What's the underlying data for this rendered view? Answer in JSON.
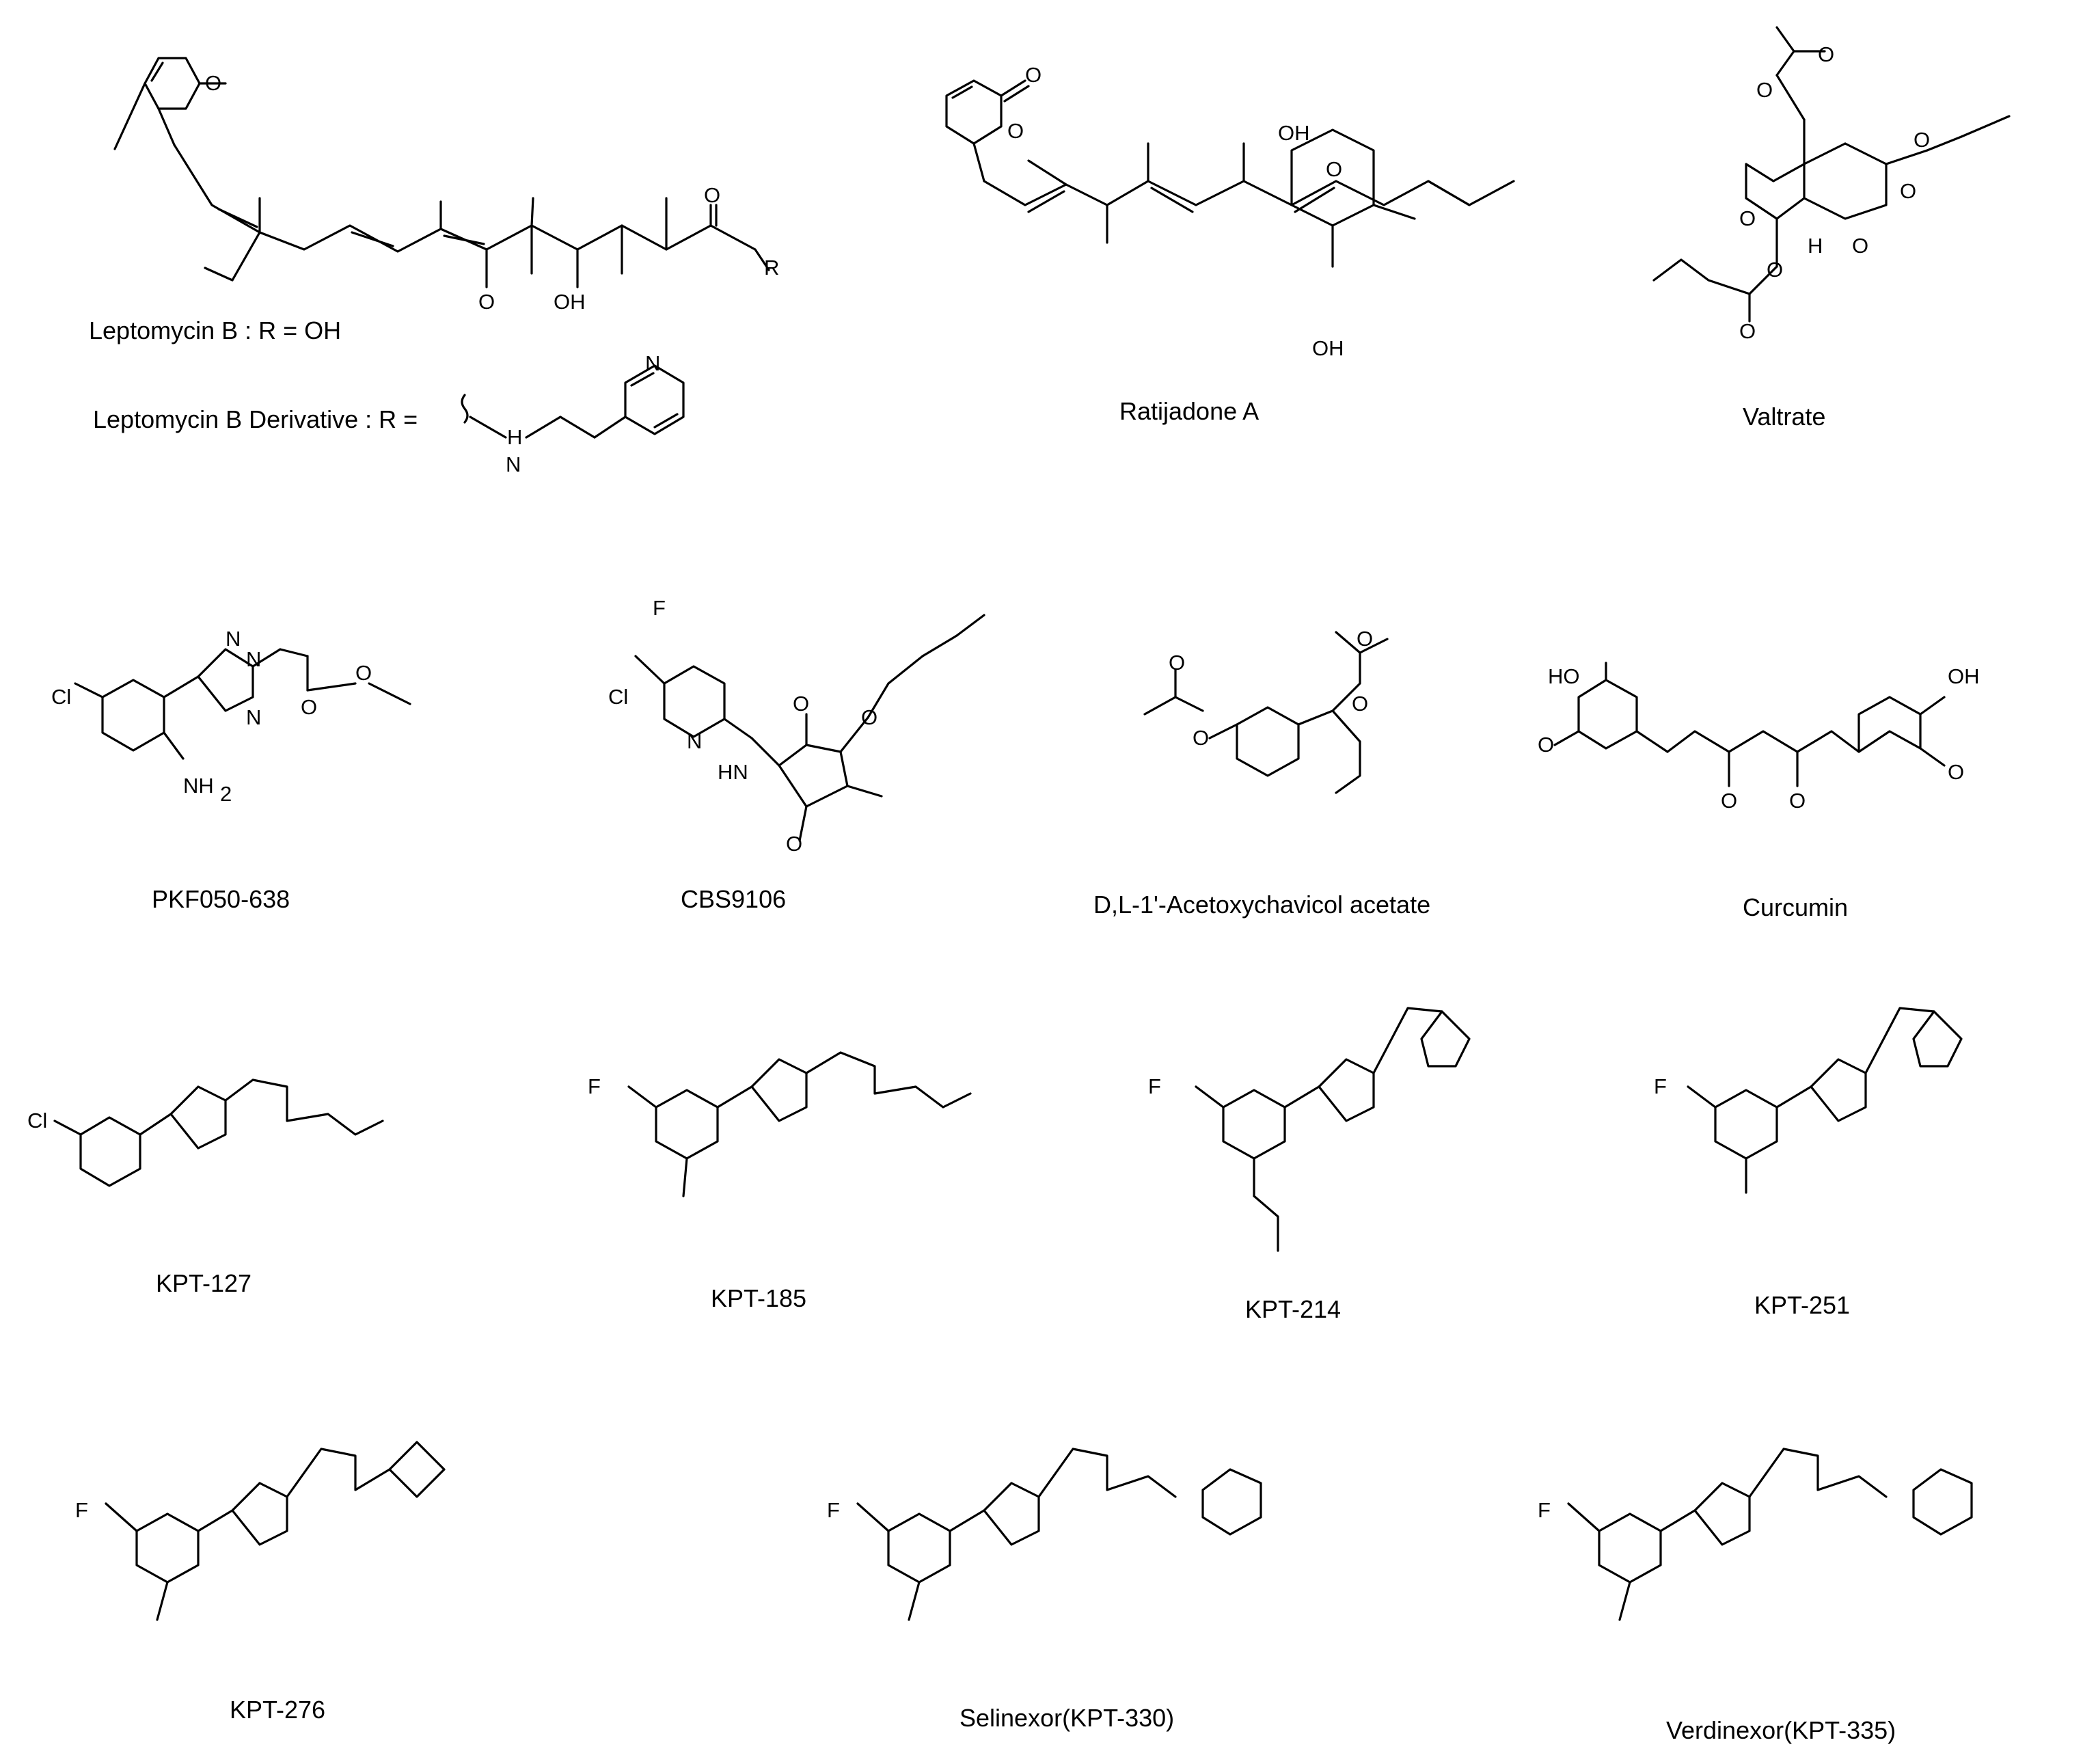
{
  "compounds": [
    {
      "id": "leptomycin",
      "label": "Leptomycin B : R = OH",
      "label2": "Leptomycin B Derivative  : R ="
    },
    {
      "id": "ratijadone",
      "label": "Ratijadone A"
    },
    {
      "id": "valtrate",
      "label": "Valtrate"
    },
    {
      "id": "pkf",
      "label": "PKF050-638"
    },
    {
      "id": "cbs",
      "label": "CBS9106"
    },
    {
      "id": "aca",
      "label": "D,L-1'-Acetoxychavicol acetate"
    },
    {
      "id": "curcumin",
      "label": "Curcumin"
    },
    {
      "id": "kpt127",
      "label": "KPT-127"
    },
    {
      "id": "kpt185",
      "label": "KPT-185"
    },
    {
      "id": "kpt214",
      "label": "KPT-214"
    },
    {
      "id": "kpt251",
      "label": "KPT-251"
    },
    {
      "id": "kpt276",
      "label": "KPT-276"
    },
    {
      "id": "selinexor",
      "label": "Selinexor(KPT-330)"
    },
    {
      "id": "verdinexor",
      "label": "Verdinexor(KPT-335)"
    }
  ],
  "atom_labels": {
    "O": "O",
    "OH": "OH",
    "HO": "HO",
    "R": "R",
    "N": "N",
    "H": "H",
    "Cl": "Cl",
    "F": "F",
    "NH": "NH",
    "HN": "HN",
    "NH2": "NH",
    "sub2": "2"
  }
}
